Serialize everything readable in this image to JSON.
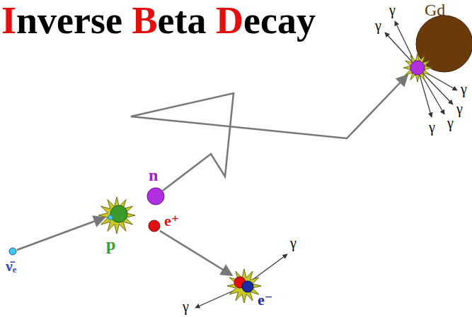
{
  "diagram": {
    "title": "Inverse Beta Decay",
    "labels": [
      "Gd",
      "γ",
      "γ",
      "γ",
      "γ",
      "γ",
      "γ",
      "n",
      "e⁺",
      "p",
      "ν̄ₑ",
      "γ",
      "γ",
      "e⁻"
    ]
  }
}
